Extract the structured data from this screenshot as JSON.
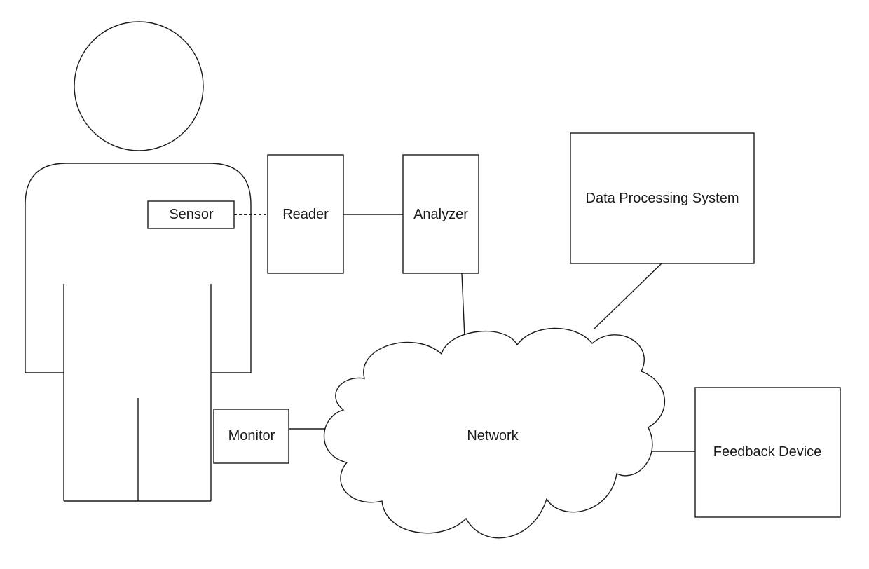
{
  "diagram": {
    "labels": {
      "sensor": "Sensor",
      "reader": "Reader",
      "analyzer": "Analyzer",
      "data_processing_system": "Data Processing System",
      "network": "Network",
      "monitor": "Monitor",
      "feedback_device": "Feedback Device"
    }
  }
}
